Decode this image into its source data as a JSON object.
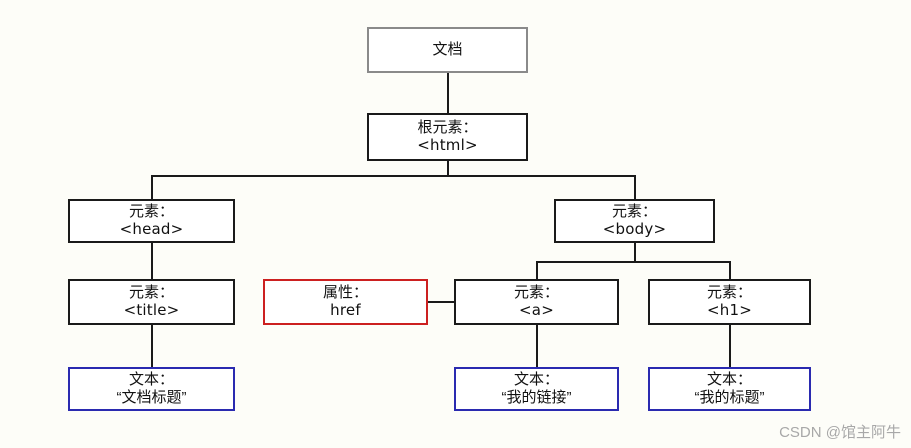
{
  "diagram": {
    "title": "HTML DOM tree",
    "colors": {
      "background": "#fdfdf8",
      "document_border": "#8a8a8a",
      "element_border": "#1a1a1a",
      "attribute_border": "#cc2020",
      "text_border": "#2a2ab0",
      "connector": "#1a1a1a",
      "watermark": "#a8a8a8"
    },
    "nodes": {
      "document": {
        "line1": "文档",
        "line2": ""
      },
      "root_html": {
        "line1": "根元素：",
        "line2": "<html>"
      },
      "head": {
        "line1": "元素：",
        "line2": "<head>"
      },
      "body": {
        "line1": "元素：",
        "line2": "<body>"
      },
      "title": {
        "line1": "元素：",
        "line2": "<title>"
      },
      "attr_href": {
        "line1": "属性：",
        "line2": "href"
      },
      "anchor": {
        "line1": "元素：",
        "line2": "<a>"
      },
      "h1": {
        "line1": "元素：",
        "line2": "<h1>"
      },
      "text_title": {
        "line1": "文本：",
        "line2": "“文档标题”"
      },
      "text_link": {
        "line1": "文本：",
        "line2": "“我的链接”"
      },
      "text_head": {
        "line1": "文本：",
        "line2": "“我的标题”"
      }
    }
  },
  "watermark": {
    "text": "CSDN @馆主阿牛"
  }
}
